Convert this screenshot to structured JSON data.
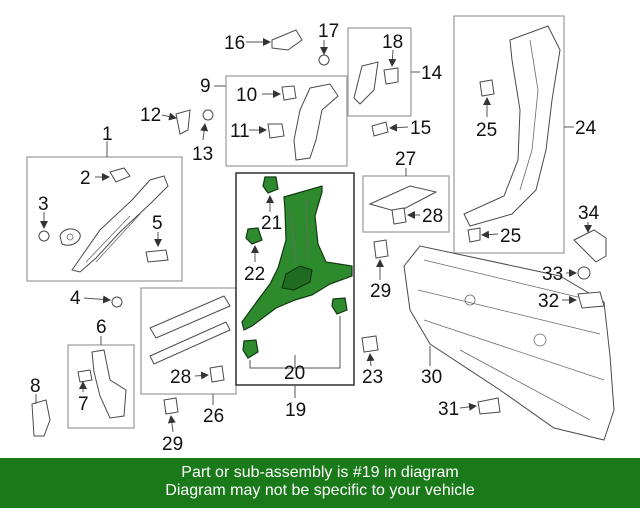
{
  "callouts": {
    "c1": "1",
    "c2": "2",
    "c3": "3",
    "c4": "4",
    "c5": "5",
    "c6": "6",
    "c7": "7",
    "c8": "8",
    "c9": "9",
    "c10": "10",
    "c11": "11",
    "c12": "12",
    "c13": "13",
    "c14": "14",
    "c15": "15",
    "c16": "16",
    "c17": "17",
    "c18": "18",
    "c19": "19",
    "c20": "20",
    "c21": "21",
    "c22": "22",
    "c23": "23",
    "c24": "24",
    "c25a": "25",
    "c25b": "25",
    "c26": "26",
    "c27": "27",
    "c28a": "28",
    "c28b": "28",
    "c29a": "29",
    "c29b": "29",
    "c30": "30",
    "c31": "31",
    "c32": "32",
    "c33": "33",
    "c34": "34"
  },
  "highlighted_part": "19",
  "banner": {
    "line1": "Part or sub-assembly is #19 in diagram",
    "line2": "Diagram may not be specific to your vehicle",
    "color": "#1a7a1a"
  }
}
